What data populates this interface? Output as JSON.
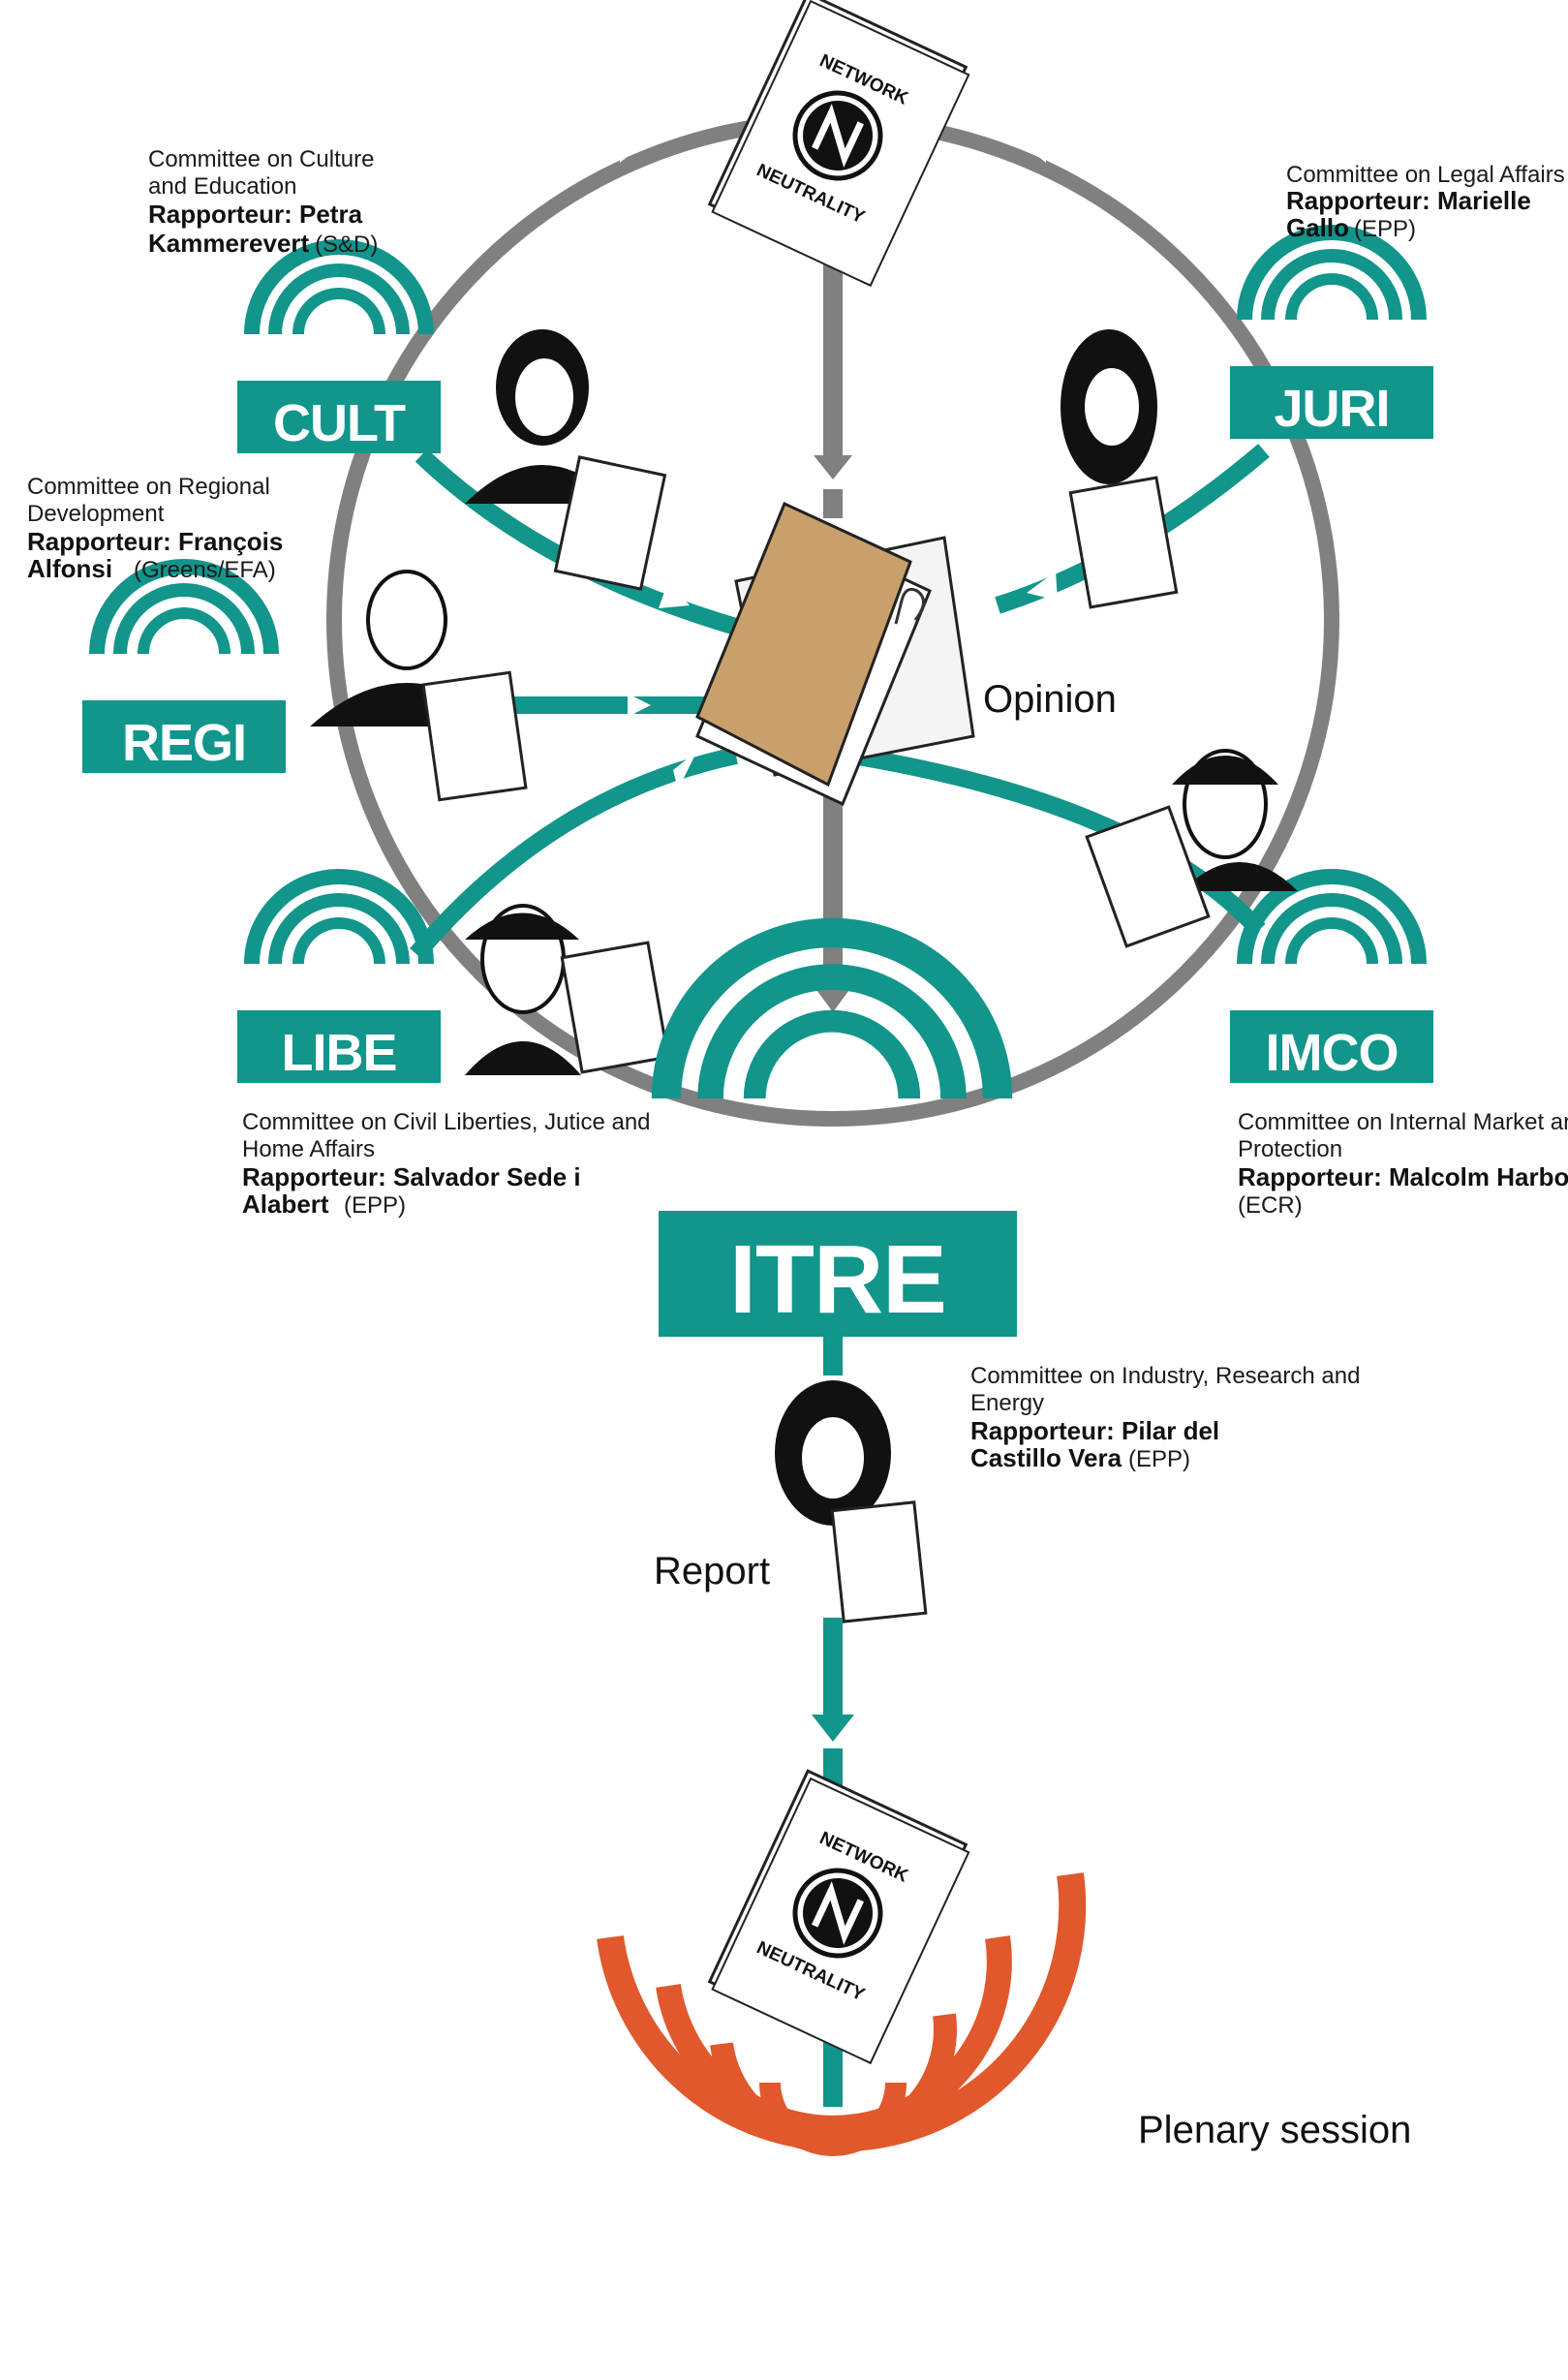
{
  "colors": {
    "teal": "#12958a",
    "grey": "#808080",
    "orange": "#e0582b",
    "folder": "#c9a06b",
    "ink": "#111111"
  },
  "document": {
    "top_word": "NETWORK",
    "bottom_word": "NEUTRALITY",
    "emblem": "network-emblem-icon"
  },
  "labels": {
    "opinion": "Opinion",
    "report": "Report",
    "plenary": "Plenary session"
  },
  "committees": {
    "cult": {
      "code": "CULT",
      "name_l1": "Committee on Culture",
      "name_l2": "and Education",
      "rap_l1": "Rapporteur: Petra",
      "rap_l2": "Kammerevert",
      "party": "(S&D)"
    },
    "juri": {
      "code": "JURI",
      "name_l1": "Committee on Legal Affairs",
      "rap_l1": "Rapporteur: Marielle",
      "rap_l2": "Gallo",
      "party": "(EPP)"
    },
    "regi": {
      "code": "REGI",
      "name_l1": "Committee on Regional",
      "name_l2": "Development",
      "rap_l1": "Rapporteur: François",
      "rap_l2": "Alfonsi",
      "party": "(Greens/EFA)"
    },
    "libe": {
      "code": "LIBE",
      "name_l1": "Committee on Civil Liberties, Jutice and",
      "name_l2": "Home Affairs",
      "rap_l1": "Rapporteur: Salvador Sede i",
      "rap_l2": "Alabert",
      "party": "(EPP)"
    },
    "imco": {
      "code": "IMCO",
      "name_l1": "Committee on Internal Market and Consumer",
      "name_l2": "Protection",
      "rap_l1": "Rapporteur: Malcolm Harbour",
      "party": "(ECR)"
    },
    "itre": {
      "code": "ITRE",
      "name_l1": "Committee on Industry, Research and",
      "name_l2": "Energy",
      "rap_l1": "Rapporteur: Pilar del",
      "rap_l2": "Castillo Vera",
      "party": "(EPP)"
    }
  }
}
